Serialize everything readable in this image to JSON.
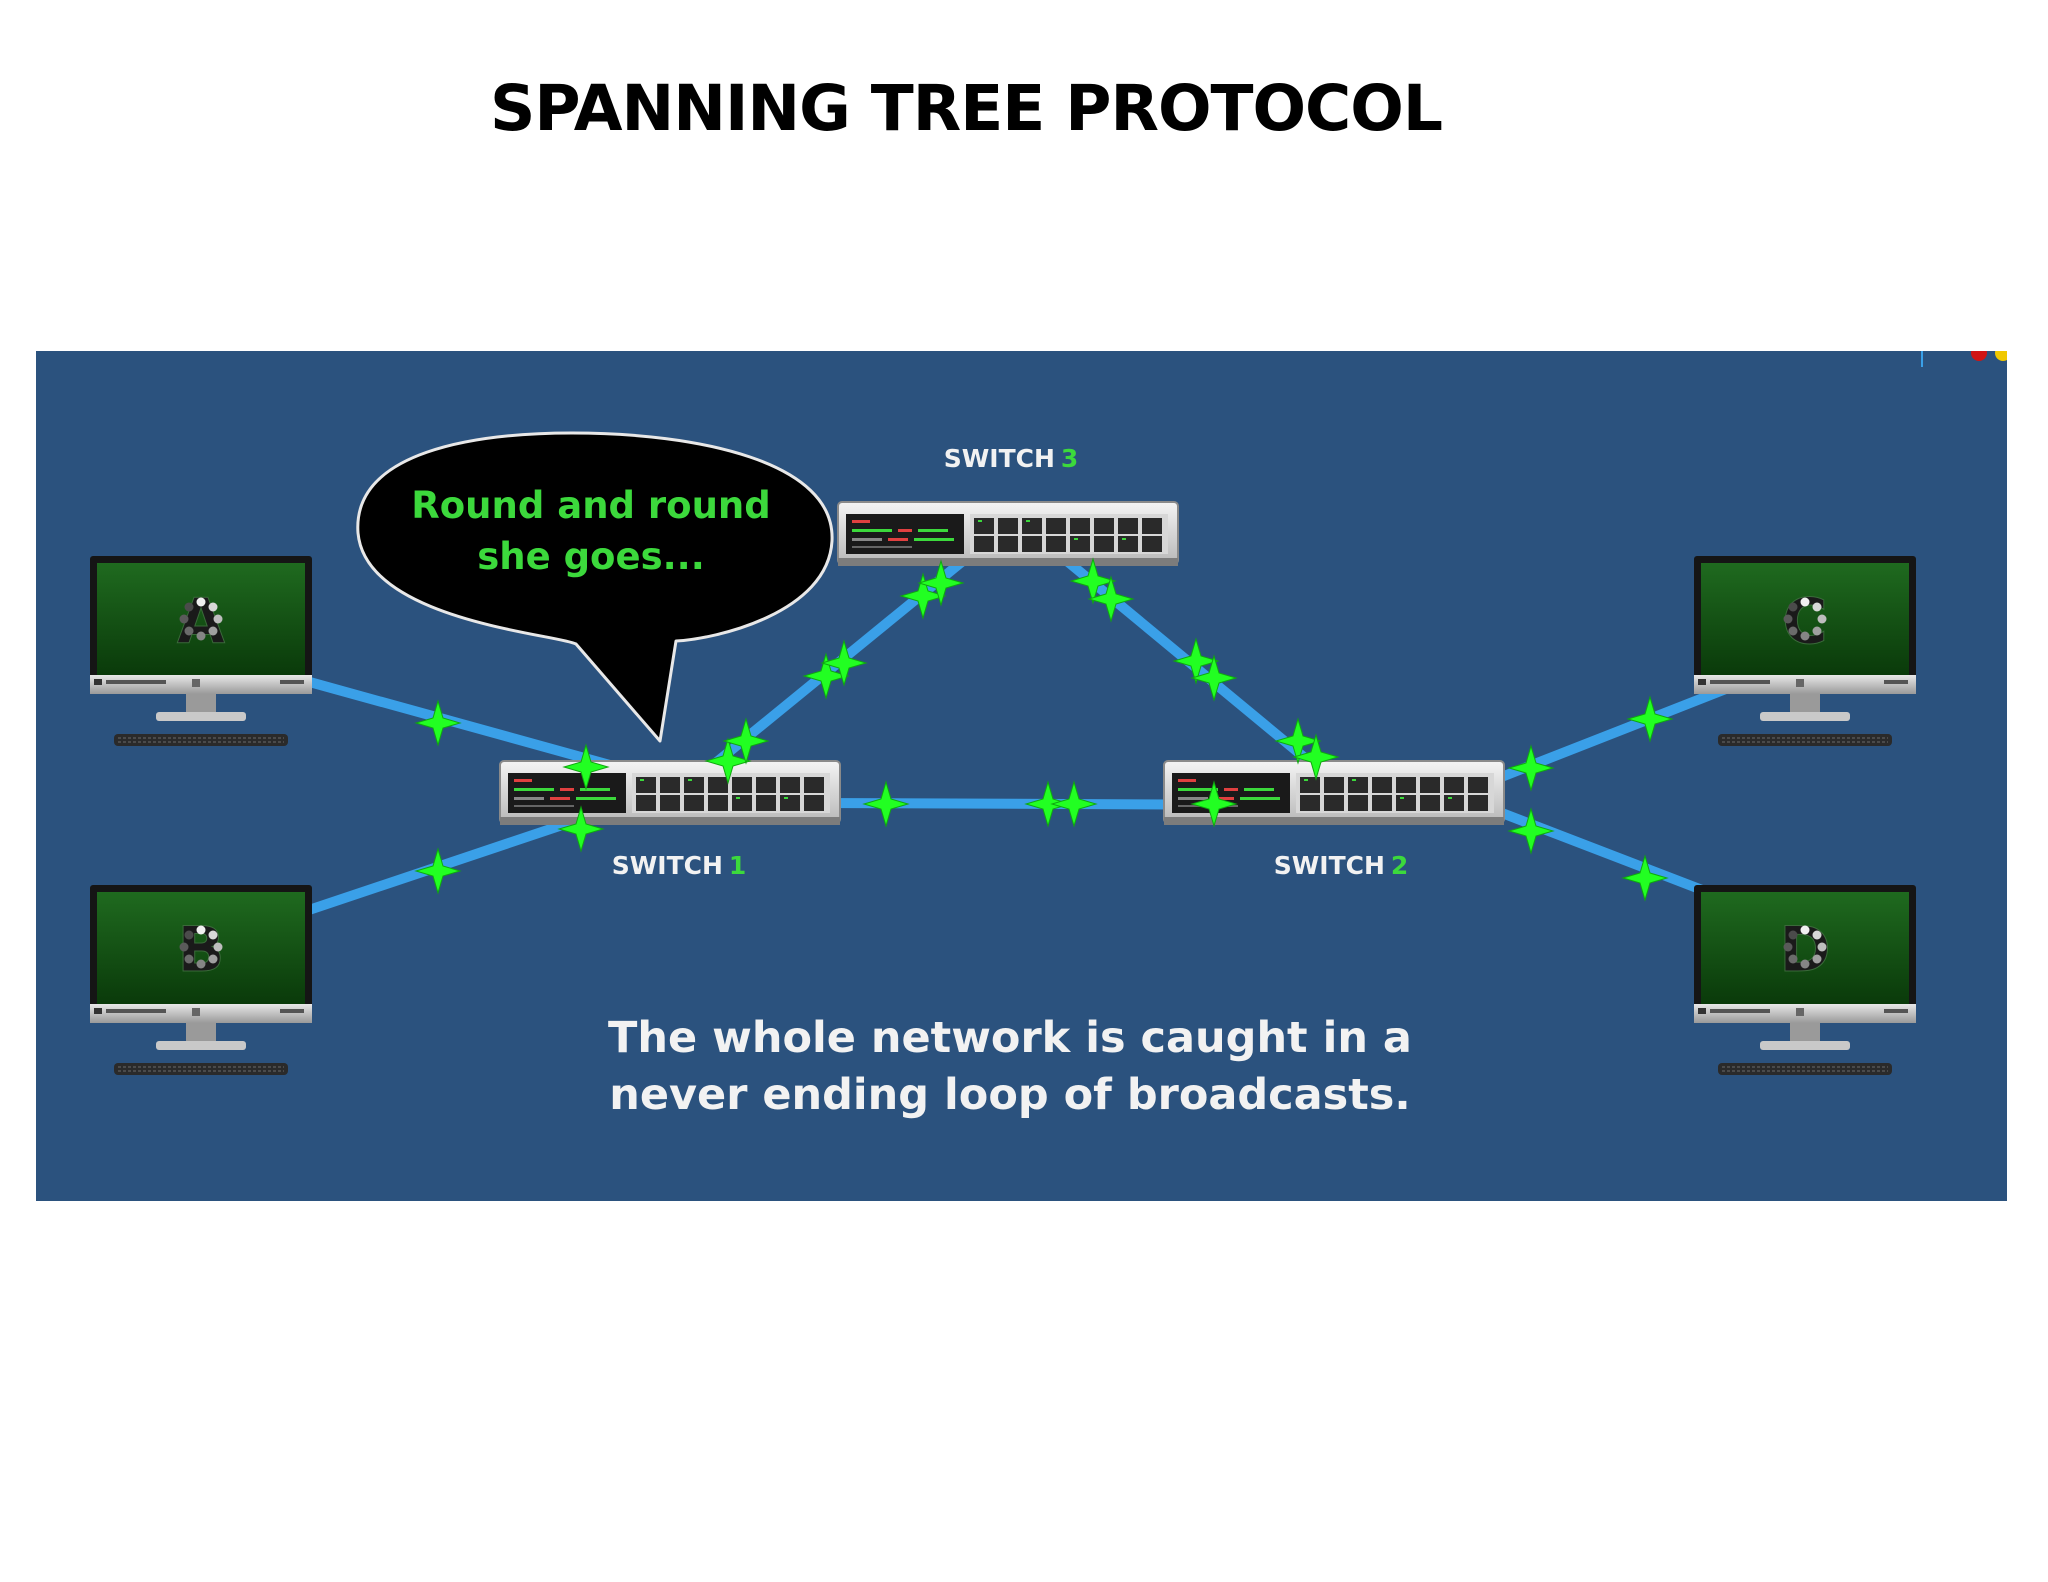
{
  "title": "SPANNING TREE PROTOCOL",
  "colors": {
    "panel_bg": "#2b527e",
    "cable": "#3aa0e8",
    "packet": "#22ff22",
    "accent_green": "#3cd93c",
    "bubble_bg": "#000000",
    "label_white": "#f2f2f2"
  },
  "switches": [
    {
      "prefix": "SWITCH",
      "number": "1"
    },
    {
      "prefix": "SWITCH",
      "number": "2"
    },
    {
      "prefix": "SWITCH",
      "number": "3"
    }
  ],
  "computers": [
    "A",
    "B",
    "C",
    "D"
  ],
  "bubble": {
    "line1": "Round and round",
    "line2": "she goes..."
  },
  "caption": {
    "line1": "The whole network is caught in a",
    "line2": "never ending loop of broadcasts."
  },
  "icons": [
    "switch-icon",
    "computer-icon",
    "keyboard-icon",
    "packet-icon",
    "speech-bubble-icon"
  ]
}
